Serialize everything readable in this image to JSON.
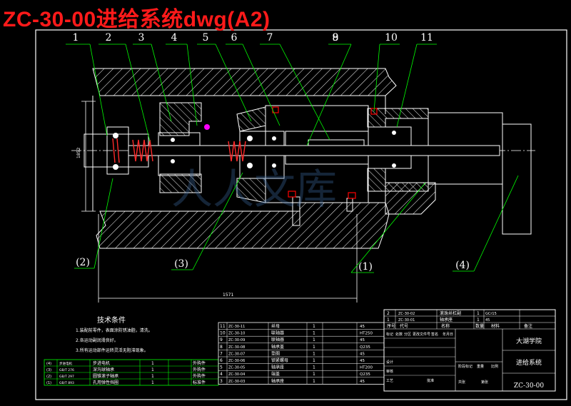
{
  "title": "ZC-30-00进给系统dwg(A2)",
  "colors": {
    "background": "#000000",
    "title": "#ff1a1a",
    "frame": "#ffffff",
    "hatch": "#ffffff",
    "leader": "#00ff00",
    "parts": "#ffffff",
    "dimension": "#ffffff",
    "accent": "#ff0000",
    "centerline": "#ff00ff"
  },
  "balloons": [
    "1",
    "2",
    "3",
    "4",
    "5",
    "6",
    "7",
    "8",
    "9",
    "10",
    "11"
  ],
  "circled": [
    "(2)",
    "(3)",
    "(1)",
    "(4)"
  ],
  "dim_left": "1852",
  "dim_bottom": "1571",
  "tech_title": "技术条件",
  "tech_notes": [
    "1.装配前零件，表面涂防锈油脂，清洗。",
    "2.各运动副润滑良好。",
    "3.所有运动部件运转灵活无阻滞现象。"
  ],
  "watermark": "人人文库",
  "std_list": [
    {
      "no": "(4)",
      "code": "步进电机",
      "name": "步进电机",
      "qty": "1",
      "note": "外购件"
    },
    {
      "no": "(3)",
      "code": "GB/T 276",
      "name": "深沟球轴承",
      "qty": "1",
      "note": "外购件"
    },
    {
      "no": "(2)",
      "code": "GB/T 297",
      "name": "圆锥滚子轴承",
      "qty": "1",
      "note": "外购件"
    },
    {
      "no": "(1)",
      "code": "GB/T 893",
      "name": "孔用弹性挡圈",
      "qty": "1",
      "note": "标准件"
    }
  ],
  "parts_list": [
    {
      "no": "11",
      "code": "ZC-30-11",
      "name": "丝母",
      "qty": "1",
      "mat": "45"
    },
    {
      "no": "10",
      "code": "ZC-30-10",
      "name": "联轴器",
      "qty": "1",
      "mat": "HT250"
    },
    {
      "no": "9",
      "code": "ZC-30-09",
      "name": "联轴器",
      "qty": "1",
      "mat": "45"
    },
    {
      "no": "8",
      "code": "ZC-30-08",
      "name": "轴承盖",
      "qty": "1",
      "mat": "Q235"
    },
    {
      "no": "7",
      "code": "ZC-30-07",
      "name": "垫圈",
      "qty": "1",
      "mat": "45"
    },
    {
      "no": "6",
      "code": "ZC-30-06",
      "name": "锁紧螺母",
      "qty": "1",
      "mat": "45"
    },
    {
      "no": "5",
      "code": "ZC-30-05",
      "name": "轴承座",
      "qty": "1",
      "mat": "HT200"
    },
    {
      "no": "4",
      "code": "ZC-30-04",
      "name": "端盖",
      "qty": "1",
      "mat": "Q235"
    },
    {
      "no": "3",
      "code": "ZC-30-03",
      "name": "轴承座",
      "qty": "1",
      "mat": "45"
    }
  ],
  "title_block": {
    "rows": [
      {
        "no": "2",
        "code": "ZC-30-02",
        "name": "滚珠丝杠副",
        "qty": "1",
        "mat": "GCr15"
      },
      {
        "no": "1",
        "code": "ZC-30-01",
        "name": "轴承座",
        "qty": "1",
        "mat": "45"
      }
    ],
    "header": [
      "序号",
      "代号",
      "名称",
      "数量",
      "材料",
      "备注"
    ],
    "school": "大湖学院",
    "drawing_name": "进给系统",
    "drawing_no": "ZC-30-00",
    "labels": [
      "标记",
      "处数",
      "分区",
      "更改文件号",
      "签名",
      "年月日",
      "设计",
      "审核",
      "工艺",
      "批准",
      "阶段标记",
      "重量",
      "比例",
      "共张",
      "第张"
    ]
  }
}
